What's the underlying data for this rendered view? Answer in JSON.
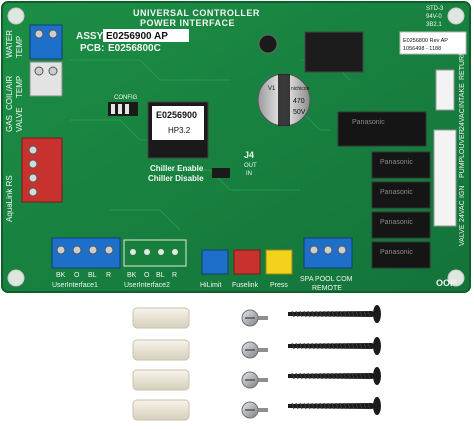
{
  "board": {
    "title_line1": "UNIVERSAL CONTROLLER",
    "title_line2": "POWER INTERFACE",
    "assy_label": "ASSY:",
    "assy_value": "E0256900 AP",
    "pcb_label": "PCB:",
    "pcb_value": "E0256800C",
    "left_vertical_labels": [
      "WATER",
      "COIL/AIR",
      "GAS",
      "TEMP",
      "TEMP",
      "VALVE"
    ],
    "aqualink_label": "AquaLink RS",
    "config_label": "CONFIG",
    "chip_line1": "E0256900",
    "chip_line2": "HP3.2",
    "chiller_enable_line1": "Chiller Enable",
    "chiller_enable_line2": "Chiller Disable",
    "j4_label": "J4",
    "j4_sub": "OUT",
    "j4_sub2": "IN",
    "capacitor_line1": "V1",
    "capacitor_line2": "nichicon",
    "capacitor_line3": "470",
    "capacitor_line4": "50V",
    "sticker_line1": "E0256800 Rev AP",
    "sticker_line2": "1056498 - 1188",
    "std_line1": "STD-3",
    "std_line2": "94V-0",
    "std_line3": "3B2.1",
    "ui1_pins": [
      "BK",
      "O",
      "BL",
      "R"
    ],
    "ui1_label": "UserInterface1",
    "ui2_pins": [
      "BK",
      "O",
      "BL",
      "R"
    ],
    "ui2_label": "UserInterface2",
    "hilimit_label": "HiLimit",
    "fuselink_label": "Fuselink",
    "press_label": "Press",
    "spa_pool_com_label": "SPA POOL COM",
    "remote_label": "REMOTE",
    "relay_brand": "Panasonic",
    "right_labels": [
      "INTAKE",
      "RETURN",
      "24VAC",
      "PUMP",
      "LOUVER",
      "VALVE",
      "24VAC",
      "IGN"
    ],
    "loop_label": "OOP"
  },
  "hardware": {
    "standoff_count": 4,
    "screw_count": 4,
    "long_screw_count": 4
  },
  "colors": {
    "pcb": "#17803d",
    "pcb_dark": "#0f5e2b",
    "silkscreen": "#f2f7f2",
    "terminal_blue": "#1e6fc9",
    "terminal_red": "#c8322e",
    "terminal_yellow": "#f2d21c",
    "relay_black": "#151515",
    "standoff": "#ece8dc",
    "screw_silver": "#a9acaf",
    "screw_black": "#1b1b1b"
  }
}
